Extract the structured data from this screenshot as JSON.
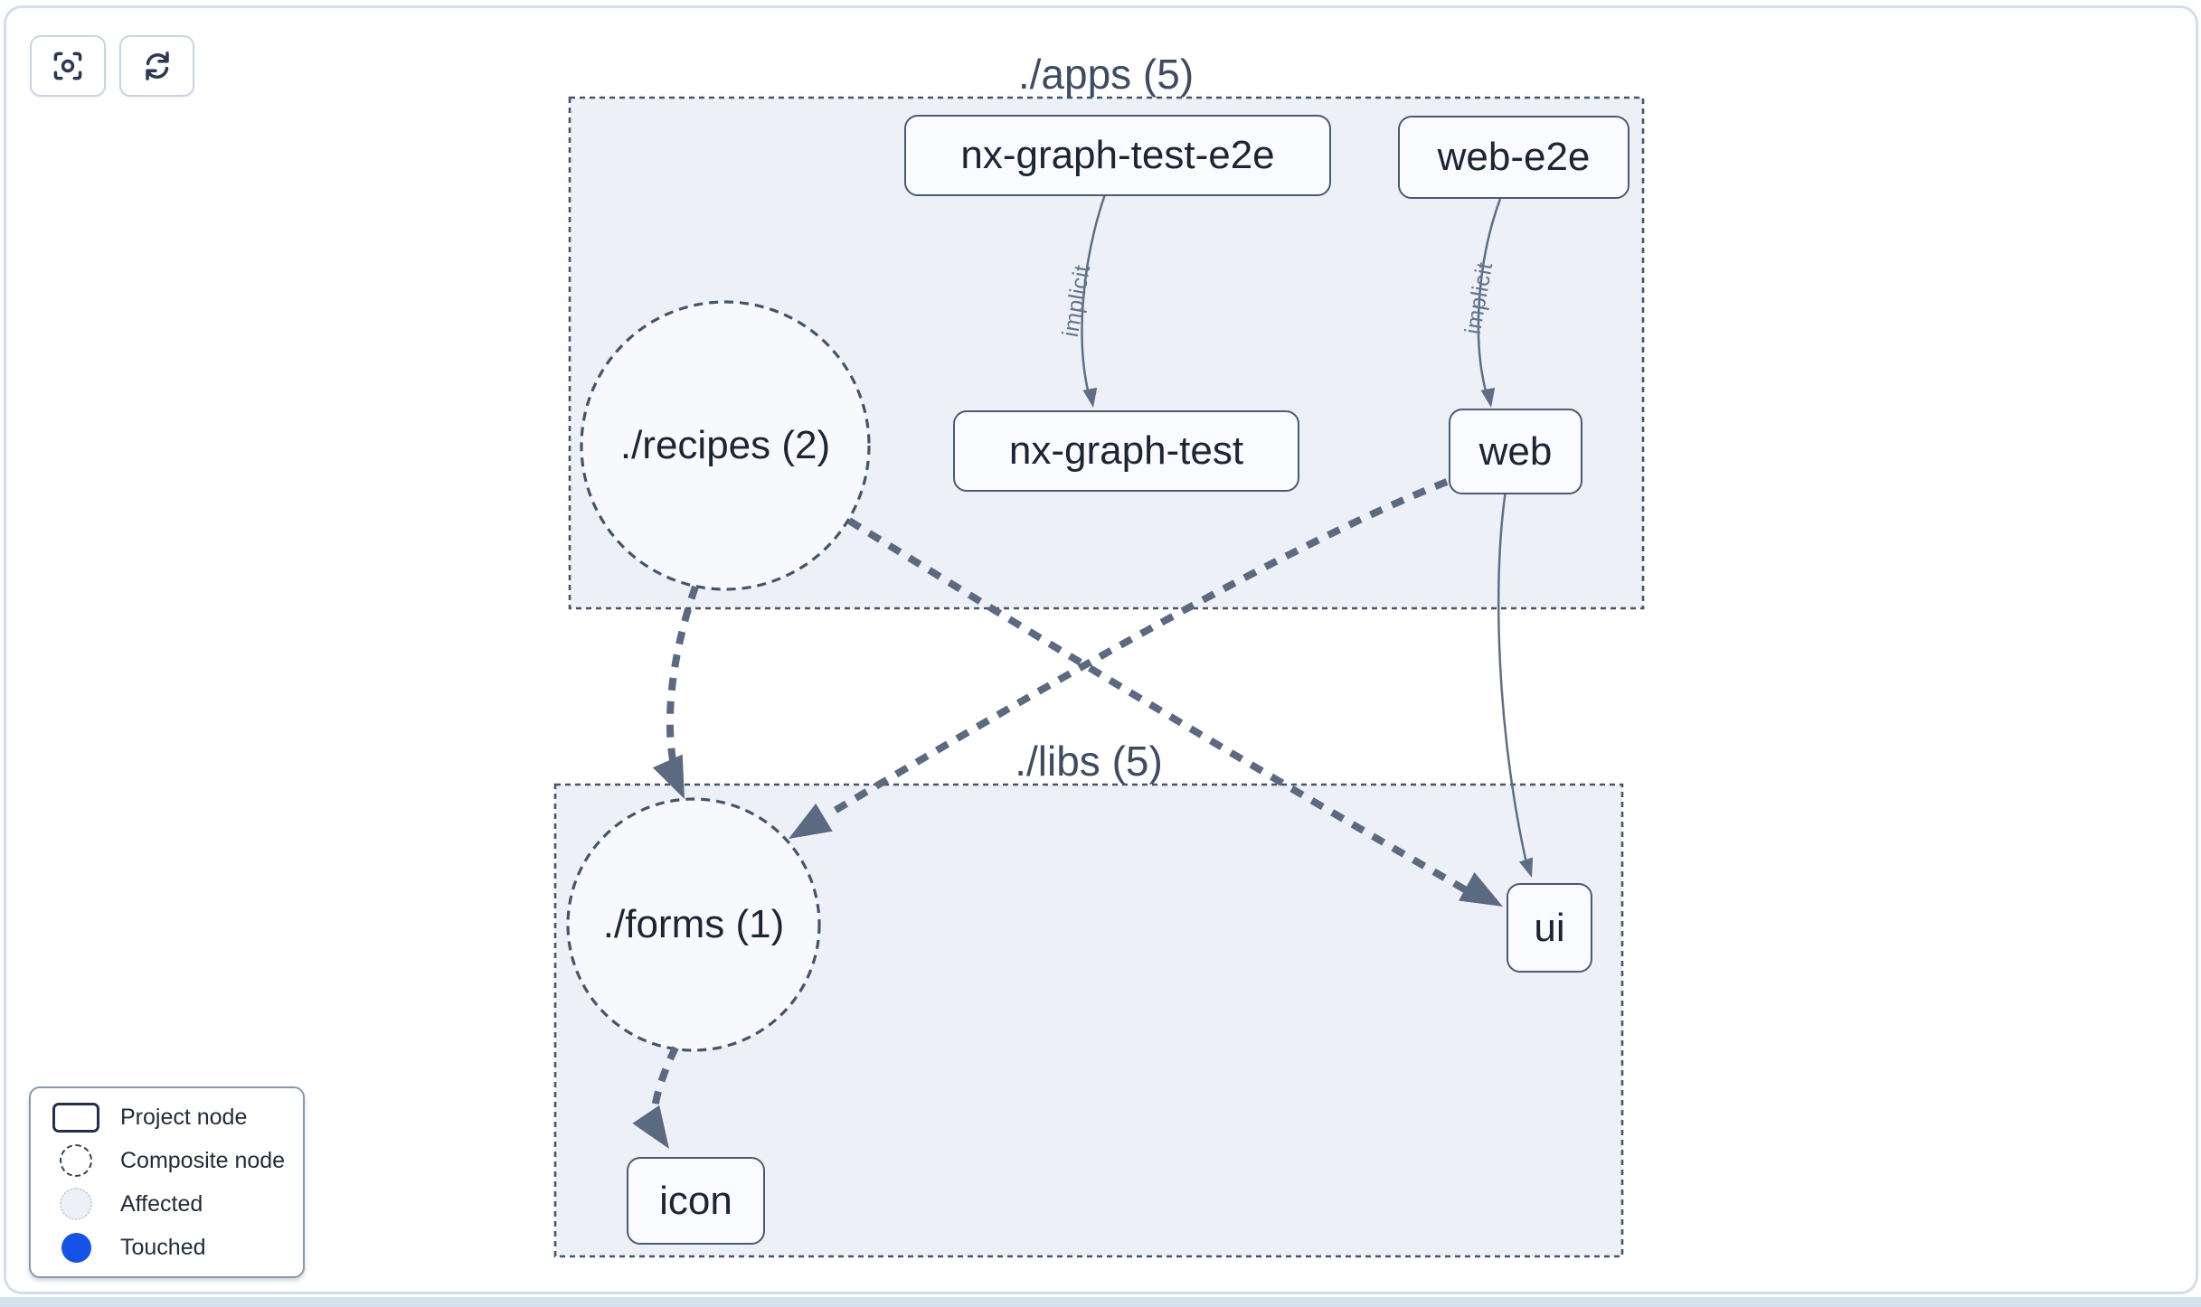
{
  "toolbar": {
    "icons": [
      {
        "name": "focus-crosshair-icon"
      },
      {
        "name": "refresh-icon"
      }
    ]
  },
  "groups": [
    {
      "label": "./apps (5)"
    },
    {
      "label": "./libs (5)"
    }
  ],
  "composites": [
    {
      "label": "./recipes (2)"
    },
    {
      "label": "./forms (1)"
    }
  ],
  "projects": [
    {
      "label": "nx-graph-test-e2e"
    },
    {
      "label": "web-e2e"
    },
    {
      "label": "nx-graph-test"
    },
    {
      "label": "web"
    },
    {
      "label": "ui"
    },
    {
      "label": "icon"
    }
  ],
  "edges": [
    {
      "label": "implicit"
    },
    {
      "label": "implicit"
    }
  ],
  "legend": {
    "items": [
      {
        "label": "Project node"
      },
      {
        "label": "Composite node"
      },
      {
        "label": "Affected"
      },
      {
        "label": "Touched"
      }
    ]
  },
  "colors": {
    "touched_blue": "#1552e8",
    "affected_fill": "#edf1f6",
    "group_fill": "#edf1f7",
    "edge_color": "#5b6a80"
  }
}
